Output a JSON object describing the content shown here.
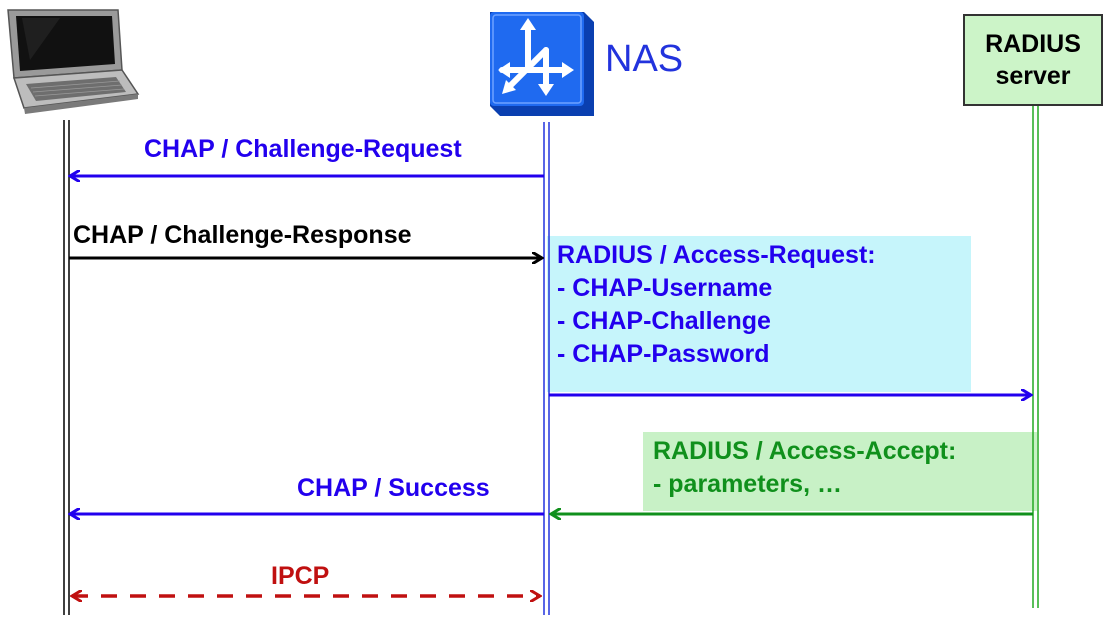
{
  "entities": {
    "nas_label": "NAS",
    "radius_server_lines": [
      "RADIUS",
      "server"
    ]
  },
  "messages": {
    "challenge_request": "CHAP / Challenge-Request",
    "challenge_response": "CHAP / Challenge-Response",
    "access_request": {
      "title": "RADIUS / Access-Request:",
      "items": [
        "- CHAP-Username",
        "- CHAP-Challenge",
        "- CHAP-Password"
      ]
    },
    "access_accept": {
      "title": "RADIUS / Access-Accept:",
      "items": [
        "- parameters, …"
      ]
    },
    "success": "CHAP / Success",
    "ipcp": "IPCP"
  },
  "colors": {
    "blue": "#2200ee",
    "black": "#000000",
    "green": "#10901c",
    "red": "#c01010",
    "request_box_bg": "#c6f5fb",
    "accept_box_bg": "#c8f1c6",
    "server_box_bg": "#ccf4c8",
    "nas_icon_bg": "#1f6af0"
  },
  "icons": {
    "client": "laptop-icon",
    "nas": "router-icon"
  }
}
